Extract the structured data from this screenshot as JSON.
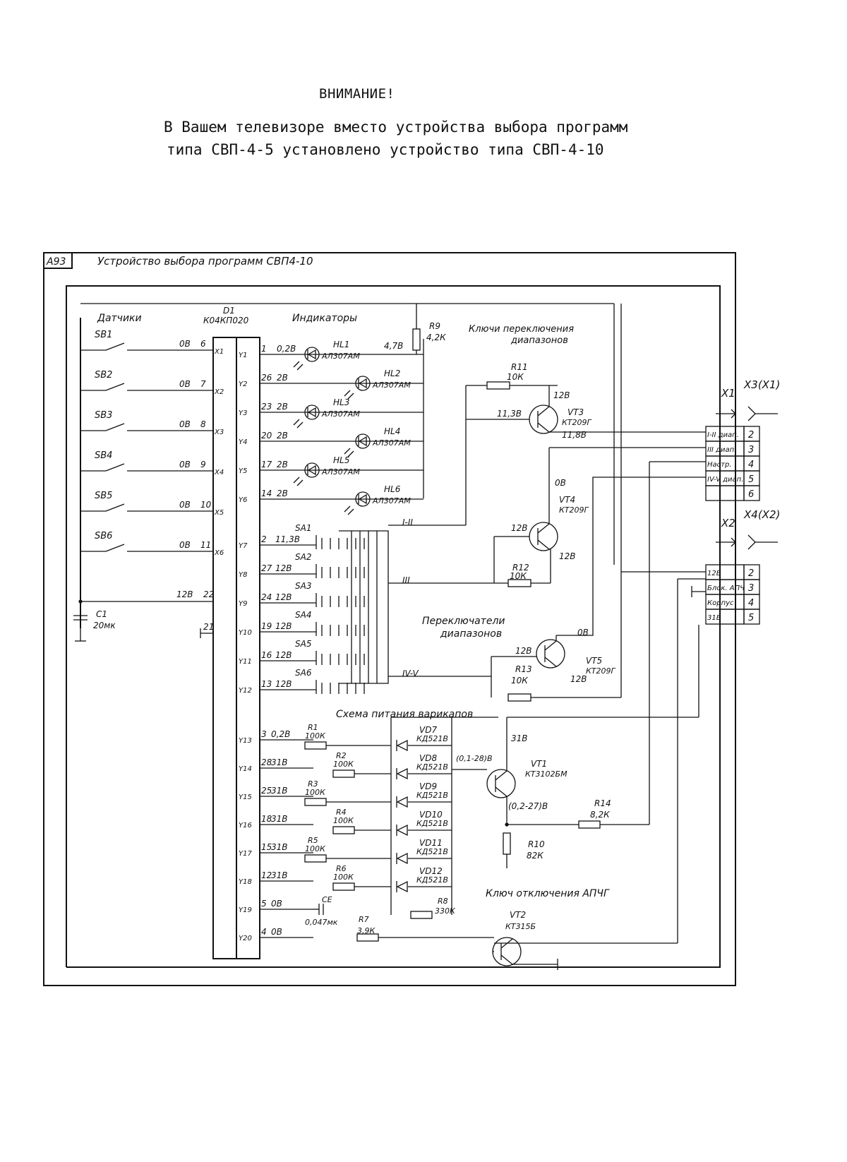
{
  "notice": {
    "heading": "ВНИМАНИЕ!",
    "line1": "В Вашем телевизоре вместо устройства выбора программ",
    "line2": "типа СВП-4-5 установлено устройство типа СВП-4-10"
  },
  "diagram": {
    "block_id": "A93",
    "block_title": "Устройство выбора программ СВП4-10",
    "sensors_title": "Датчики",
    "indicators_title": "Индикаторы",
    "chip_ref": "D1",
    "chip_type": "К04КП020",
    "range_keys_title": [
      "Ключи переключения",
      "диапазонов"
    ],
    "range_switches_title": [
      "Переключатели",
      "диапазонов"
    ],
    "varicap_title": "Схема питания варикапов",
    "agc_key_title": "Ключ отключения АПЧГ",
    "sensors": [
      {
        "name": "SB1",
        "v": "0В",
        "pin": "6",
        "chip": "X1"
      },
      {
        "name": "SB2",
        "v": "0В",
        "pin": "7",
        "chip": "X2"
      },
      {
        "name": "SB3",
        "v": "0В",
        "pin": "8",
        "chip": "X3"
      },
      {
        "name": "SB4",
        "v": "0В",
        "pin": "9",
        "chip": "X4"
      },
      {
        "name": "SB5",
        "v": "0В",
        "pin": "10",
        "chip": "X5"
      },
      {
        "name": "SB6",
        "v": "0В",
        "pin": "11",
        "chip": "X6"
      }
    ],
    "supply": {
      "v": "12В",
      "pin": "22",
      "gnd": "21"
    },
    "capacitor": {
      "name": "C1",
      "value": "20мк"
    },
    "leds": [
      {
        "name": "HL1",
        "type": "АЛ307АМ",
        "pin": "1",
        "out": "Y1",
        "v": "0,2В"
      },
      {
        "name": "HL2",
        "type": "АЛ307АМ",
        "pin": "26",
        "out": "Y2",
        "v": "2В"
      },
      {
        "name": "HL3",
        "type": "АЛ307АМ",
        "pin": "23",
        "out": "Y3",
        "v": "2В"
      },
      {
        "name": "HL4",
        "type": "АЛ307АМ",
        "pin": "20",
        "out": "Y4",
        "v": "2В"
      },
      {
        "name": "HL5",
        "type": "АЛ307АМ",
        "pin": "17",
        "out": "Y5",
        "v": "2В"
      },
      {
        "name": "HL6",
        "type": "АЛ307АМ",
        "pin": "14",
        "out": "Y6",
        "v": "2В"
      }
    ],
    "led_bus_v": "4,7В",
    "r9": {
      "name": "R9",
      "value": "4,2К"
    },
    "switches": [
      {
        "name": "SA1",
        "pin": "2",
        "out": "Y7",
        "v": "11,3В"
      },
      {
        "name": "SA2",
        "pin": "27",
        "out": "Y8",
        "v": "12В"
      },
      {
        "name": "SA3",
        "pin": "24",
        "out": "Y9",
        "v": "12В"
      },
      {
        "name": "SA4",
        "pin": "19",
        "out": "Y10",
        "v": "12В"
      },
      {
        "name": "SA5",
        "pin": "16",
        "out": "Y11",
        "v": "12В"
      },
      {
        "name": "SA6",
        "pin": "13",
        "out": "Y12",
        "v": "12В"
      }
    ],
    "band_labels": [
      "I-II",
      "III",
      "IV-V"
    ],
    "varicap_rows": [
      {
        "pin": "3",
        "out": "Y13",
        "v": "0,2В",
        "r": "R1",
        "rv": "100К",
        "d": "VD7",
        "dt": "КД521В"
      },
      {
        "pin": "28",
        "out": "Y14",
        "v": "31В",
        "r": "R2",
        "rv": "100К",
        "d": "VD8",
        "dt": "КД521В"
      },
      {
        "pin": "25",
        "out": "Y15",
        "v": "31В",
        "r": "R3",
        "rv": "100К",
        "d": "VD9",
        "dt": "КД521В"
      },
      {
        "pin": "18",
        "out": "Y16",
        "v": "31В",
        "r": "R4",
        "rv": "100К",
        "d": "VD10",
        "dt": "КД521В"
      },
      {
        "pin": "15",
        "out": "Y17",
        "v": "31В",
        "r": "R5",
        "rv": "100К",
        "d": "VD11",
        "dt": "КД521В"
      },
      {
        "pin": "12",
        "out": "Y18",
        "v": "31В",
        "r": "R6",
        "rv": "100К",
        "d": "VD12",
        "dt": "КД521В"
      },
      {
        "pin": "5",
        "out": "Y19",
        "v": "0В",
        "r": "",
        "rv": "",
        "d": "",
        "dt": ""
      },
      {
        "pin": "4",
        "out": "Y20",
        "v": "0В",
        "r": "",
        "rv": "",
        "d": "",
        "dt": ""
      }
    ],
    "ce": {
      "name": "CE",
      "value": "0,047мк"
    },
    "r7": {
      "name": "R7",
      "value": "3,9К"
    },
    "r8": {
      "name": "R8",
      "value": "330К"
    },
    "transistors": {
      "vt3": {
        "name": "VT3",
        "type": "КТ209Г",
        "v": "11,8В",
        "vb": "11,3В",
        "vc": "12В"
      },
      "vt4": {
        "name": "VT4",
        "type": "КТ209Г",
        "ve": "0В",
        "vb": "12В",
        "vc": "12В"
      },
      "vt5": {
        "name": "VT5",
        "type": "КТ209Г",
        "ve": "0В",
        "vb": "12В",
        "vc": "12В"
      },
      "vt1": {
        "name": "VT1",
        "type": "КТ3102БМ",
        "vc": "31В",
        "vb": "(0,1-28)В",
        "ve": "(0,2-27)В"
      },
      "vt2": {
        "name": "VT2",
        "type": "КТ315Б"
      }
    },
    "r11": {
      "name": "R11",
      "value": "10К"
    },
    "r12": {
      "name": "R12",
      "value": "10К"
    },
    "r13": {
      "name": "R13",
      "value": "10К"
    },
    "r14": {
      "name": "R14",
      "value": "8,2К"
    },
    "r10": {
      "name": "R10",
      "value": "82К"
    },
    "x1": {
      "name": "X1",
      "mate": "X3(X1)",
      "pins": [
        {
          "n": "2",
          "label": "I-II диап."
        },
        {
          "n": "3",
          "label": "III диап."
        },
        {
          "n": "4",
          "label": "Настр."
        },
        {
          "n": "5",
          "label": "IV-V диап."
        },
        {
          "n": "6",
          "label": ""
        }
      ]
    },
    "x2": {
      "name": "X2",
      "mate": "X4(X2)",
      "pins": [
        {
          "n": "2",
          "label": "12В"
        },
        {
          "n": "3",
          "label": "Блок. АПЧ"
        },
        {
          "n": "4",
          "label": "Корпус"
        },
        {
          "n": "5",
          "label": "31В"
        }
      ]
    }
  }
}
